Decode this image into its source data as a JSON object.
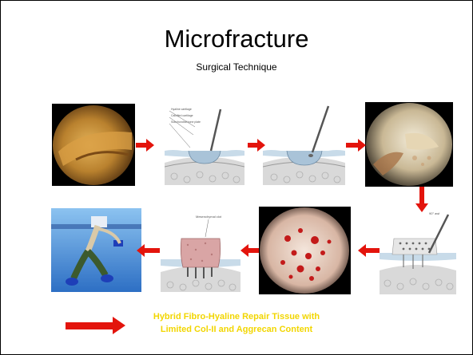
{
  "slide": {
    "title": "Microfracture",
    "subtitle": "Surgical Technique",
    "caption_line1": "Hybrid Fibro-Hyaline Repair Tissue with",
    "caption_line2": "Limited  Col-II and Aggrecan Content"
  },
  "colors": {
    "arrow": "#e3140c",
    "caption": "#f2d600"
  },
  "panels": [
    {
      "name": "arthroscopy-cartilage-defect",
      "kind": "photo"
    },
    {
      "name": "defect-debridement-illustration",
      "kind": "illustration"
    },
    {
      "name": "calcified-layer-removal-illustration",
      "kind": "illustration"
    },
    {
      "name": "arthroscopy-prepared-defect",
      "kind": "photo"
    },
    {
      "name": "awl-microfracture-illustration",
      "kind": "illustration"
    },
    {
      "name": "arthroscopy-bleeding-bone",
      "kind": "photo"
    },
    {
      "name": "mesenchymal-clot-illustration",
      "kind": "illustration"
    },
    {
      "name": "aqua-therapy-rehab-photo",
      "kind": "photo"
    }
  ]
}
